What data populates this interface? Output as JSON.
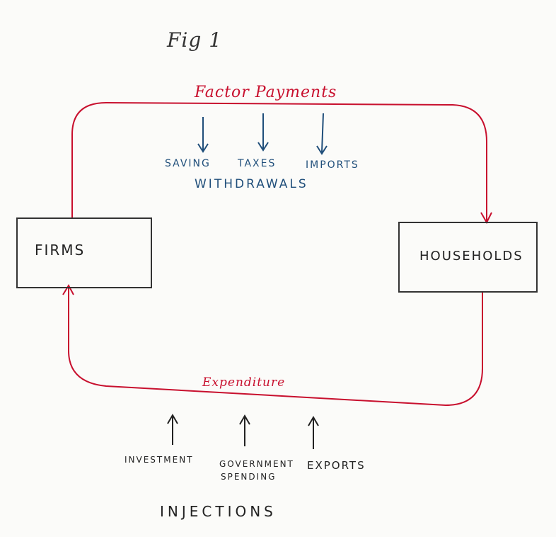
{
  "title": "Fig 1",
  "nodes": {
    "firms": "FIRMS",
    "households": "HOUSEHOLDS"
  },
  "flows": {
    "top": "Factor Payments",
    "bottom": "Expenditure"
  },
  "withdrawals": {
    "label": "WITHDRAWALS",
    "items": [
      "SAVING",
      "TAXES",
      "IMPORTS"
    ]
  },
  "injections": {
    "label": "INJECTIONS",
    "items": [
      "INVESTMENT",
      "GOVERNMENT",
      "SPENDING",
      "EXPORTS"
    ]
  },
  "colors": {
    "flow": "#c8102e",
    "withdrawals": "#1f4e7a",
    "injections": "#222222"
  }
}
